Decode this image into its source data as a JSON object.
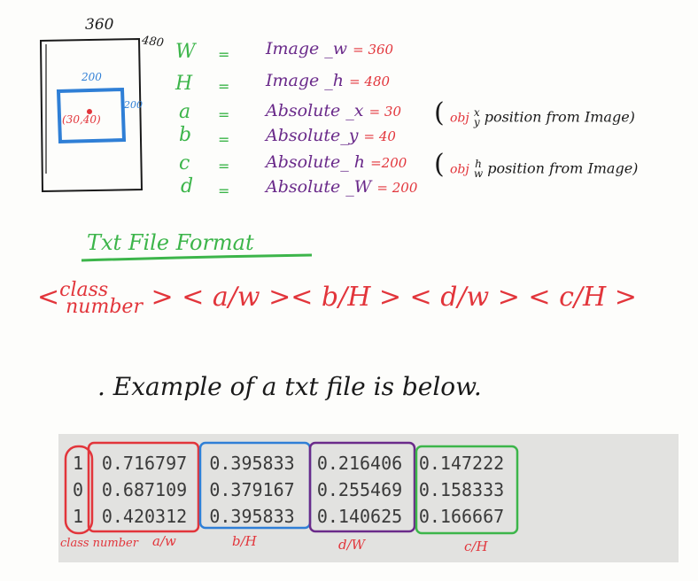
{
  "diagram": {
    "width_label": "360",
    "height_label": "480",
    "box_width_label": "200",
    "box_height_label": "200",
    "coord_label": "(30,40)"
  },
  "definitions": [
    {
      "var": "W",
      "eq": "=",
      "expr": "Image _w",
      "value": "= 360"
    },
    {
      "var": "H",
      "eq": "=",
      "expr": "Image _h",
      "value": "= 480"
    },
    {
      "var": "a",
      "eq": "=",
      "expr": "Absolute _x",
      "value": "= 30"
    },
    {
      "var": "b",
      "eq": "=",
      "expr": "Absolute_y",
      "value": "= 40"
    },
    {
      "var": "c",
      "eq": "=",
      "expr": "Absolute_ h",
      "value": "=200"
    },
    {
      "var": "d",
      "eq": "=",
      "expr": "Absolute _W",
      "value": "= 200"
    }
  ],
  "notes": {
    "pos_obj": "obj",
    "pos_top": "x",
    "pos_bottom": "y",
    "pos_text": "position from Image)",
    "size_obj": "obj",
    "size_top": "h",
    "size_bottom": "w",
    "size_text": "position from Image)"
  },
  "section_title": "Txt File Format",
  "format": {
    "class_top": "class",
    "class_bottom": "number",
    "rest": "> < a/w >< b/H > < d/w > < c/H >",
    "open": "<"
  },
  "example_text": ". Example of a txt file is below.",
  "table": {
    "rows": [
      [
        "1",
        "0.716797",
        "0.395833",
        "0.216406",
        "0.147222"
      ],
      [
        "0",
        "0.687109",
        "0.379167",
        "0.255469",
        "0.158333"
      ],
      [
        "1",
        "0.420312",
        "0.395833",
        "0.140625",
        "0.166667"
      ]
    ],
    "captions": [
      "class number",
      "a/w",
      "b/H",
      "d/W",
      "c/H"
    ]
  },
  "colors": {
    "green": "#3cb54a",
    "purple": "#6a2a8a",
    "red": "#e2353b",
    "blue": "#2f7fd6"
  }
}
